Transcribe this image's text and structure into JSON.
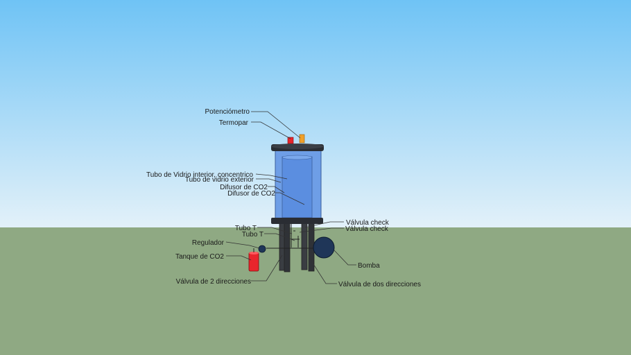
{
  "labels": {
    "potenciometro": "Potenciómetro",
    "termopar": "Termopar",
    "tubo_vidrio_interior": "Tubo de Vidrio interior, concentrico",
    "tubo_vidrio_exterior": "Tubo de vidrio exterior",
    "difusor_co2_a": "Difusor de CO2",
    "difusor_co2_b": "Difusor de CO2",
    "valvula_check_a": "Válvula check",
    "valvula_check_b": "Válvula check",
    "tubo_t_a": "Tubo T",
    "tubo_t_b": "Tubo T",
    "regulador": "Regulador",
    "tanque_co2": "Tanque de CO2",
    "bomba": "Bomba",
    "valvula_2_direcciones": "Válvula de 2 direcciones",
    "valvula_dos_direcciones": "Válvula de dos direcciones"
  },
  "colors": {
    "sky_top": "#6fc3f5",
    "sky_bottom": "#e3f1f9",
    "ground": "#8fa983",
    "glass_outer": "#6e9ee6",
    "glass_inner": "#5b8ee0",
    "lid": "#2a2d33",
    "red_component": "#e8262c",
    "orange_component": "#f0a02a",
    "pump": "#1f3658"
  }
}
